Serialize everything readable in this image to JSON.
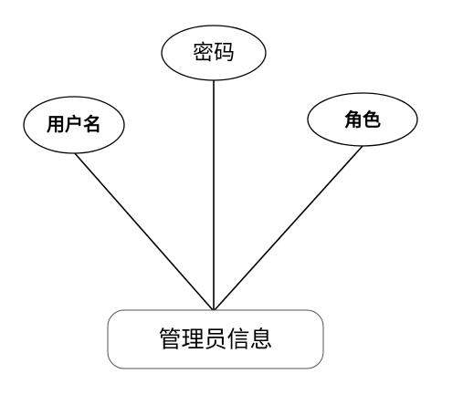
{
  "entity": {
    "label": "管理员信息"
  },
  "attributes": [
    {
      "id": "username",
      "label": "用户名"
    },
    {
      "id": "password",
      "label": "密码"
    },
    {
      "id": "role",
      "label": "角色"
    }
  ]
}
